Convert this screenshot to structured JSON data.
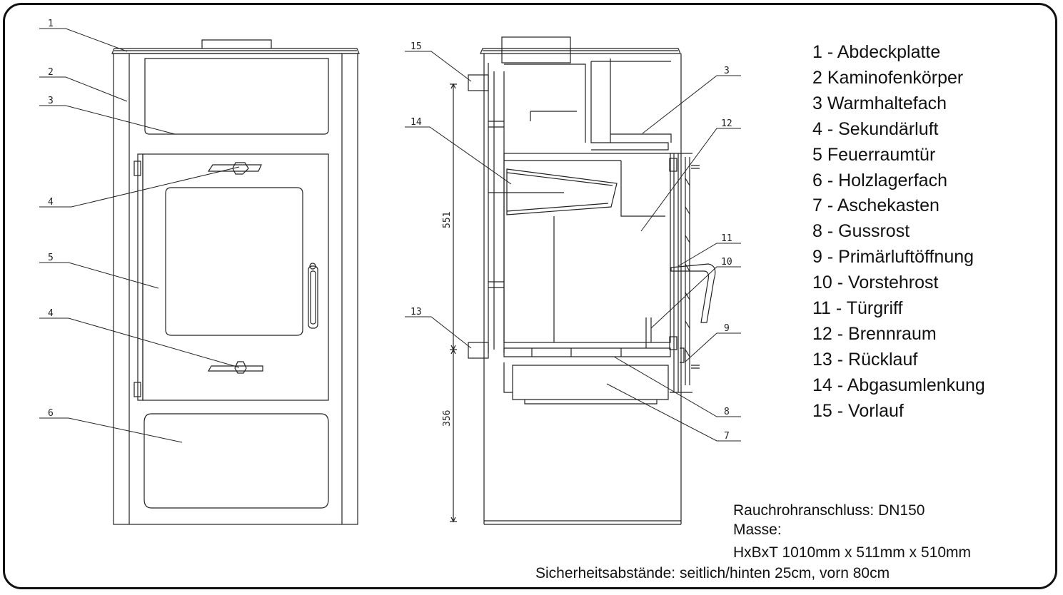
{
  "legend": [
    "1 - Abdeckplatte",
    "2  Kaminofenkörper",
    "3  Warmhaltefach",
    "4 - Sekundärluft",
    "5  Feuerraumtür",
    "6 - Holzlagerfach",
    "7 - Aschekasten",
    "8 - Gussrost",
    "9 - Primärluftöffnung",
    "10 - Vorstehrost",
    "11 - Türgriff",
    "12 - Brennraum",
    "13 - Rücklauf",
    "14 - Abgasumlenkung",
    "15 - Vorlauf"
  ],
  "front_callouts": [
    "1",
    "2",
    "3",
    "4",
    "5",
    "4",
    "6"
  ],
  "section_callouts": {
    "left": [
      "15",
      "14",
      "13"
    ],
    "right": [
      "3",
      "12",
      "11",
      "10",
      "9",
      "8",
      "7"
    ]
  },
  "dimensions": {
    "upper": "551",
    "lower": "356"
  },
  "specs": {
    "flue": "Rauchrohranschluss: DN150",
    "masse_label": "Masse:",
    "hbt": "HxBxT  1010mm x 511mm x 510mm",
    "safety": "Sicherheitsabstände: seitlich/hinten 25cm, vorn 80cm"
  }
}
